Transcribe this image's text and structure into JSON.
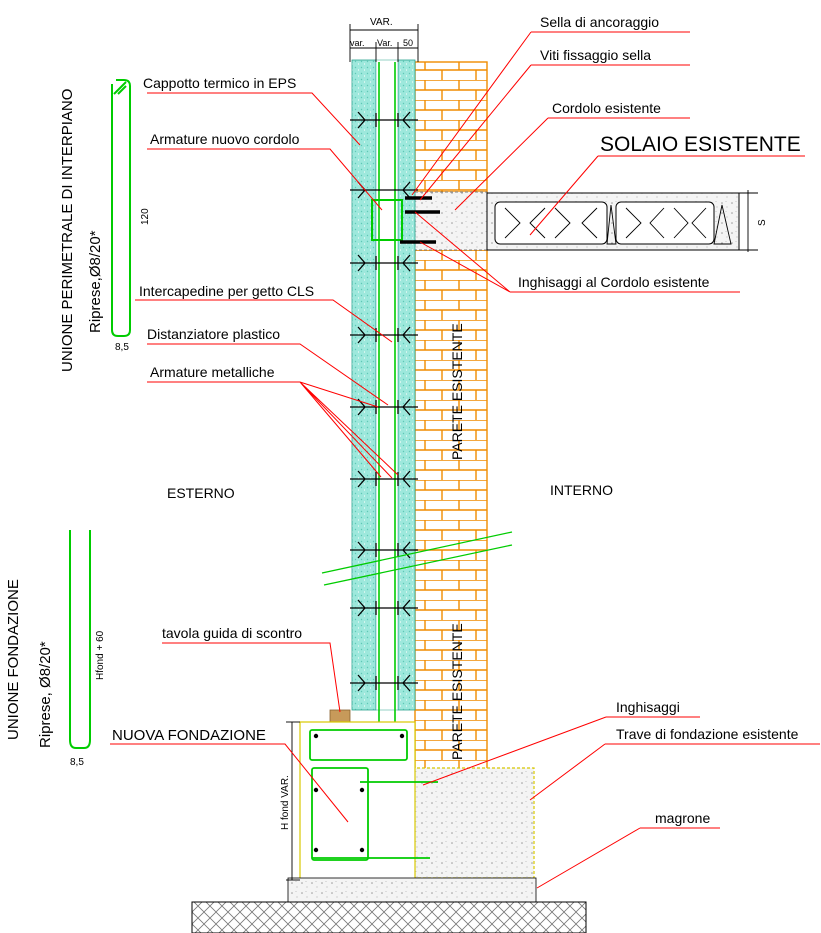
{
  "labels": {
    "sella": "Sella di ancoraggio",
    "viti": "Viti  fissaggio sella",
    "cordolo_esistente": "Cordolo esistente",
    "solaio": "SOLAIO ESISTENTE",
    "cappotto": "Cappotto termico in EPS",
    "armature_cordolo": "Armature nuovo cordolo",
    "inghisaggi_cordolo": "Inghisaggi al Cordolo esistente",
    "intercapedine": "Intercapedine per getto CLS",
    "distanziatore": "Distanziatore plastico",
    "armature_metalliche": "Armature metalliche",
    "esterno": "ESTERNO",
    "interno": "INTERNO",
    "parete_1": "PARETE ESISTENTE",
    "parete_2": "PARETE ESISTENTE",
    "tavola": "tavola guida di scontro",
    "nuova_fondazione": "NUOVA FONDAZIONE",
    "inghisaggi": "Inghisaggi",
    "trave": "Trave di fondazione esistente",
    "magrone": "magrone",
    "unione_interpiano": "UNIONE PERIMETRALE DI INTERPIANO",
    "riprese_1": "Riprese,Ø8/20*",
    "unione_fondazione": "UNIONE FONDAZIONE",
    "riprese_2": "Riprese, Ø8/20*"
  },
  "dimensions": {
    "var_top": "VAR.",
    "var_small": "var.",
    "var_mid": "Var.",
    "fifty": "50",
    "bar1_length": "120",
    "bar1_base": "8,5",
    "bar2_length": "Hfond + 60",
    "bar2_base": "8,5",
    "h_fond": "H fond VAR.",
    "s": "S"
  },
  "colors": {
    "leader": "#ff0000",
    "rebar": "#00cc00",
    "brick": "#f08c00",
    "insulation": "#8fe3d6",
    "outline": "#000000"
  }
}
